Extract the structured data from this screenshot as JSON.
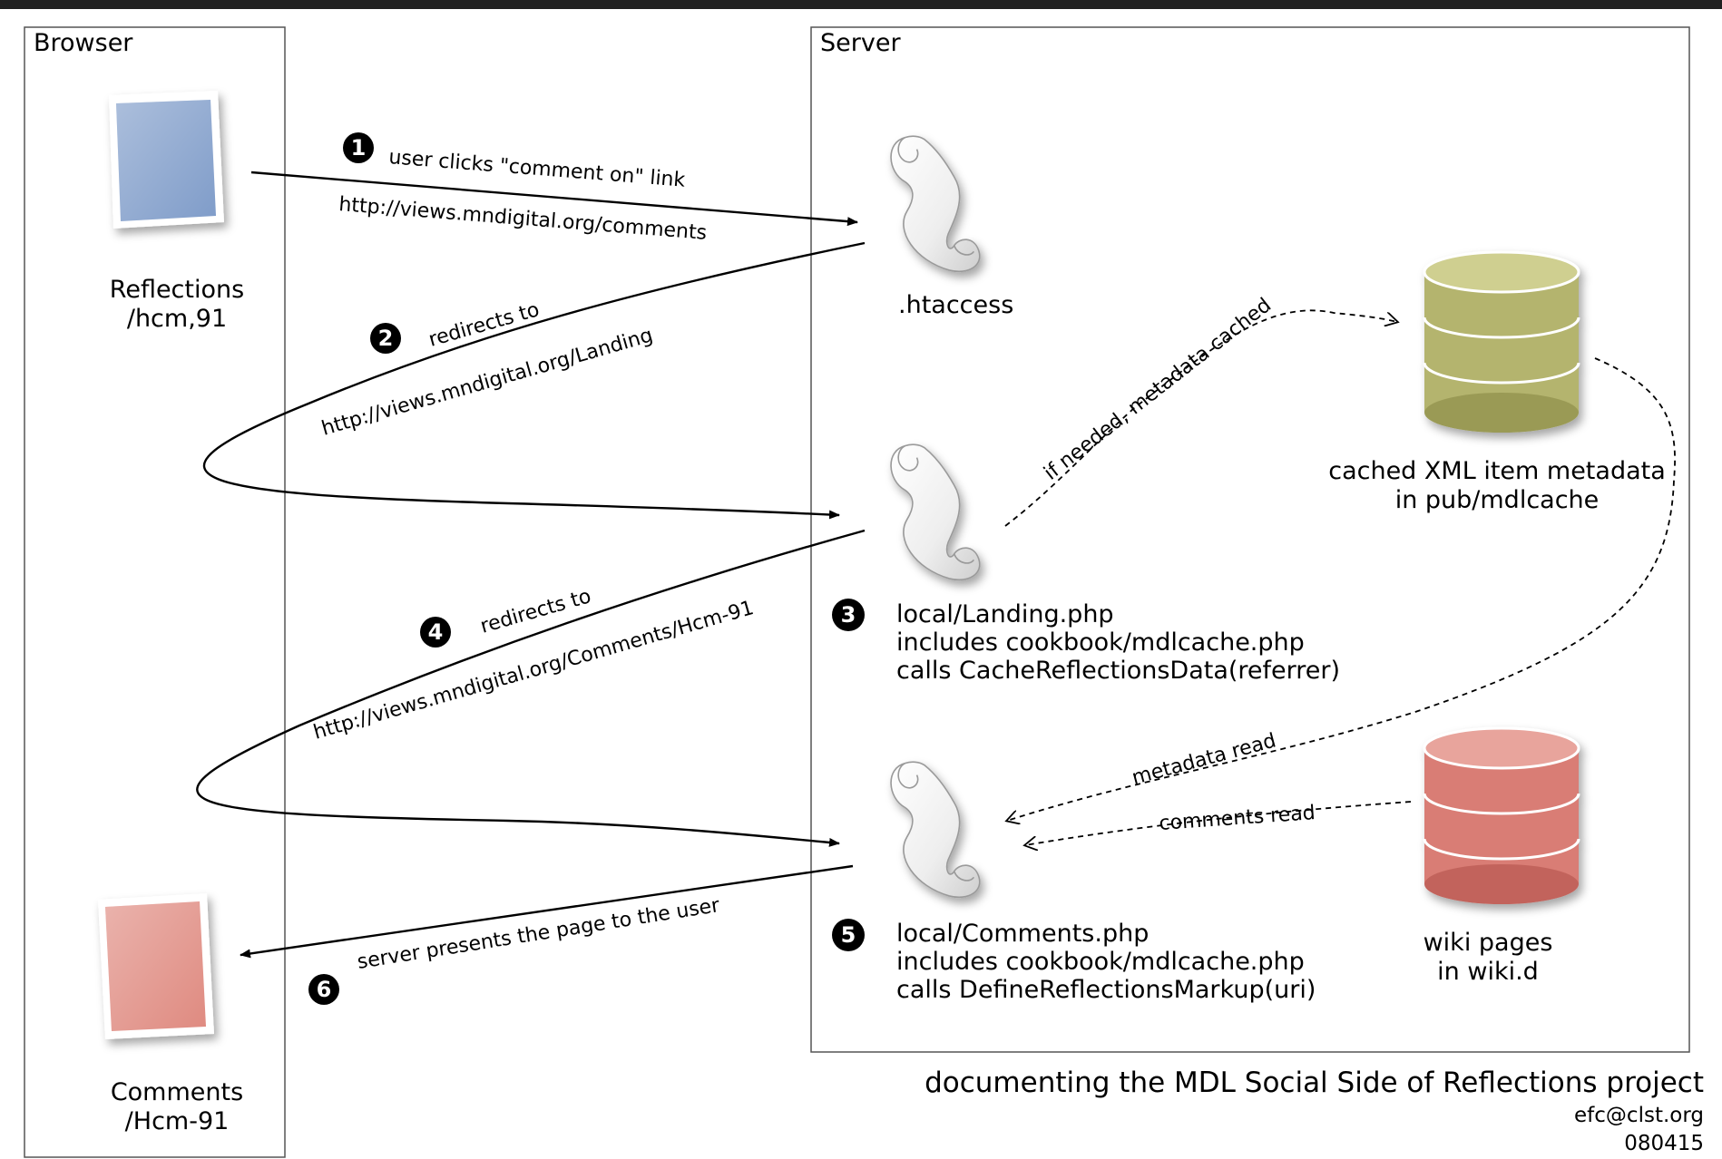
{
  "panels": {
    "browser": "Browser",
    "server": "Server"
  },
  "nodes": {
    "reflections": {
      "line1": "Reflections",
      "line2": "/hcm,91"
    },
    "comments_doc": {
      "line1": "Comments",
      "line2": "/Hcm-91"
    },
    "htaccess": {
      "label": ".htaccess"
    },
    "landing": {
      "step": "3",
      "lines": [
        "local/Landing.php",
        "includes cookbook/mdlcache.php",
        "calls CacheReflectionsData(referrer)"
      ]
    },
    "comments_php": {
      "step": "5",
      "lines": [
        "local/Comments.php",
        "includes cookbook/mdlcache.php",
        "calls DefineReflectionsMarkup(uri)"
      ]
    },
    "cache_db": {
      "line1": "cached XML item metadata",
      "line2": "in pub/mdlcache",
      "color": "#b4b46e"
    },
    "wiki_db": {
      "line1": "wiki pages",
      "line2": "in wiki.d",
      "color": "#d97d74"
    }
  },
  "edges": {
    "e1": {
      "step": "1",
      "label": "user clicks \"comment on\" link",
      "url": "http://views.mndigital.org/comments"
    },
    "e2": {
      "step": "2",
      "label": "redirects to",
      "url": "http://views.mndigital.org/Landing"
    },
    "e4": {
      "step": "4",
      "label": "redirects to",
      "url": "http://views.mndigital.org/Comments/Hcm-91"
    },
    "e6": {
      "step": "6",
      "label": "server presents the page to the user"
    },
    "cache_write": "if needed, metadata cached",
    "metadata_read": "metadata read",
    "comments_read": "comments read"
  },
  "footer": {
    "title": "documenting the MDL Social Side of Reflections project",
    "email": "efc@clst.org",
    "date": "080415"
  },
  "colors": {
    "frame": "#202020",
    "reflections_doc": "#7f9cc9",
    "comments_doc": "#df8a80"
  }
}
